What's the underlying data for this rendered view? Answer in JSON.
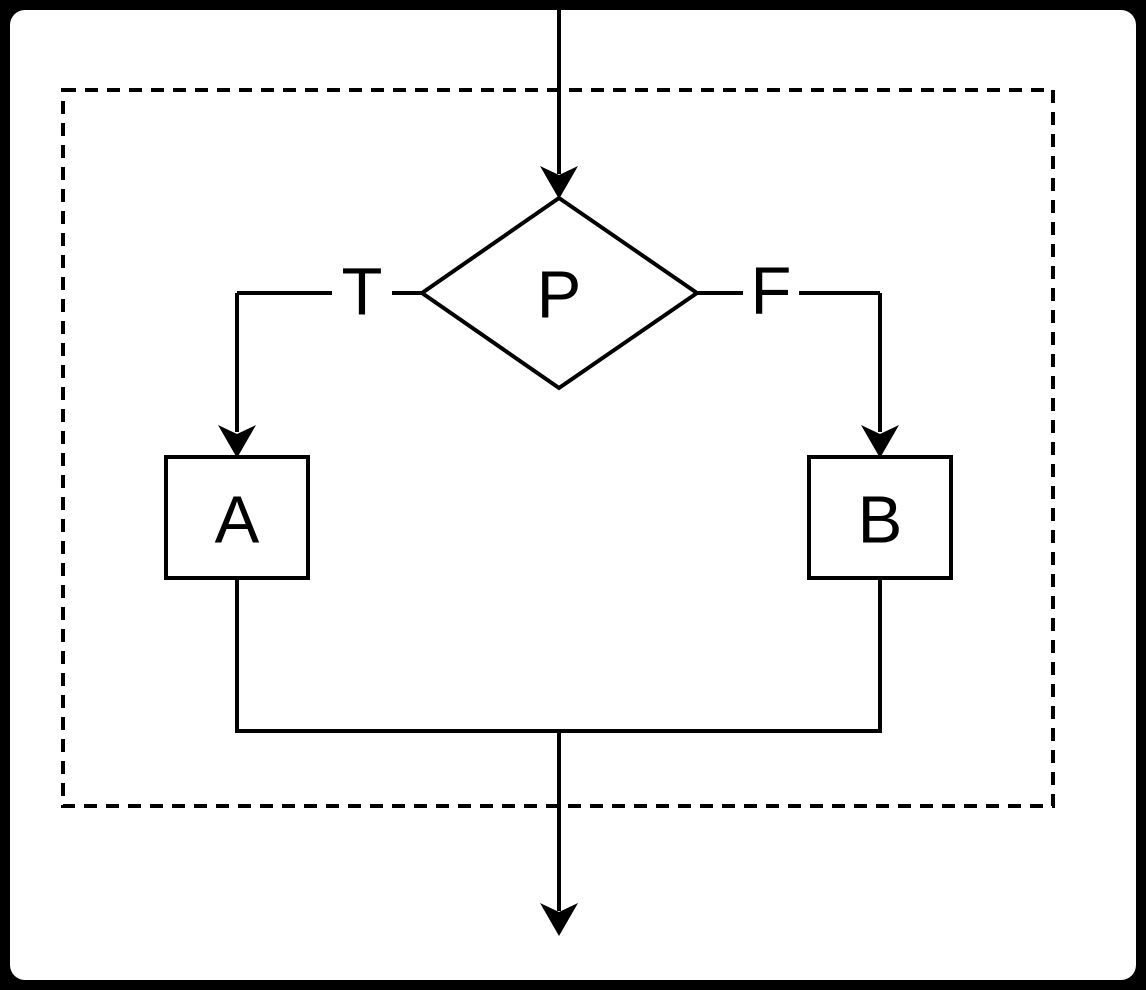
{
  "diagram": {
    "type": "flowchart-if-then-else",
    "decision": {
      "label": "P",
      "shape": "diamond"
    },
    "true_branch": {
      "label": "T"
    },
    "false_branch": {
      "label": "F"
    },
    "process_true": {
      "label": "A",
      "shape": "rectangle"
    },
    "process_false": {
      "label": "B",
      "shape": "rectangle"
    },
    "container": {
      "style": "dashed-rectangle"
    },
    "colors": {
      "line": "#000000",
      "background": "#ffffff",
      "frame": "#000000",
      "text": "#000000"
    }
  }
}
